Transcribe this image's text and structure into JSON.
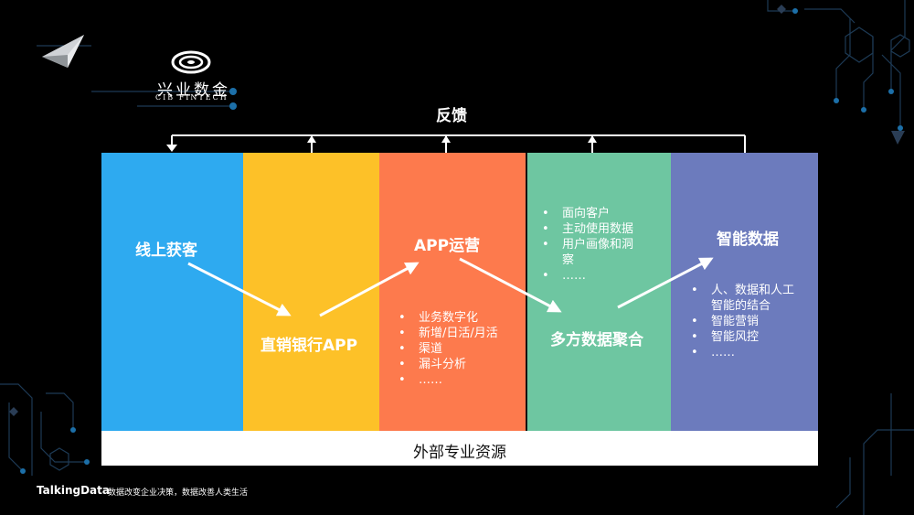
{
  "brand": {
    "cn_name": "兴业数金",
    "en_name": "CIB FINTECH"
  },
  "diagram": {
    "feedback_label": "反馈",
    "bottom_label": "外部专业资源",
    "stage1": {
      "title": "线上获客",
      "color": "#2eaaf0"
    },
    "stage2": {
      "title": "直销银行APP",
      "color": "#fdc128"
    },
    "stage3": {
      "title": "APP运营",
      "color": "#fd7a4d",
      "bullets": [
        "业务数字化",
        "新增/日活/月活",
        "渠道",
        "漏斗分析",
        "……"
      ]
    },
    "stage4": {
      "title": "多方数据聚合",
      "color": "#6ec6a1",
      "bullets": [
        "面向客户",
        "主动使用数据",
        "用户画像和洞察",
        "……"
      ]
    },
    "stage5": {
      "title": "智能数据",
      "color": "#6c7bbd",
      "bullets": [
        "人、数据和人工智能的结合",
        "智能营销",
        "智能风控",
        "……"
      ]
    }
  },
  "footer": {
    "company": "TalkingData",
    "slogan": "数据改变企业决策，数据改善人类生活"
  }
}
